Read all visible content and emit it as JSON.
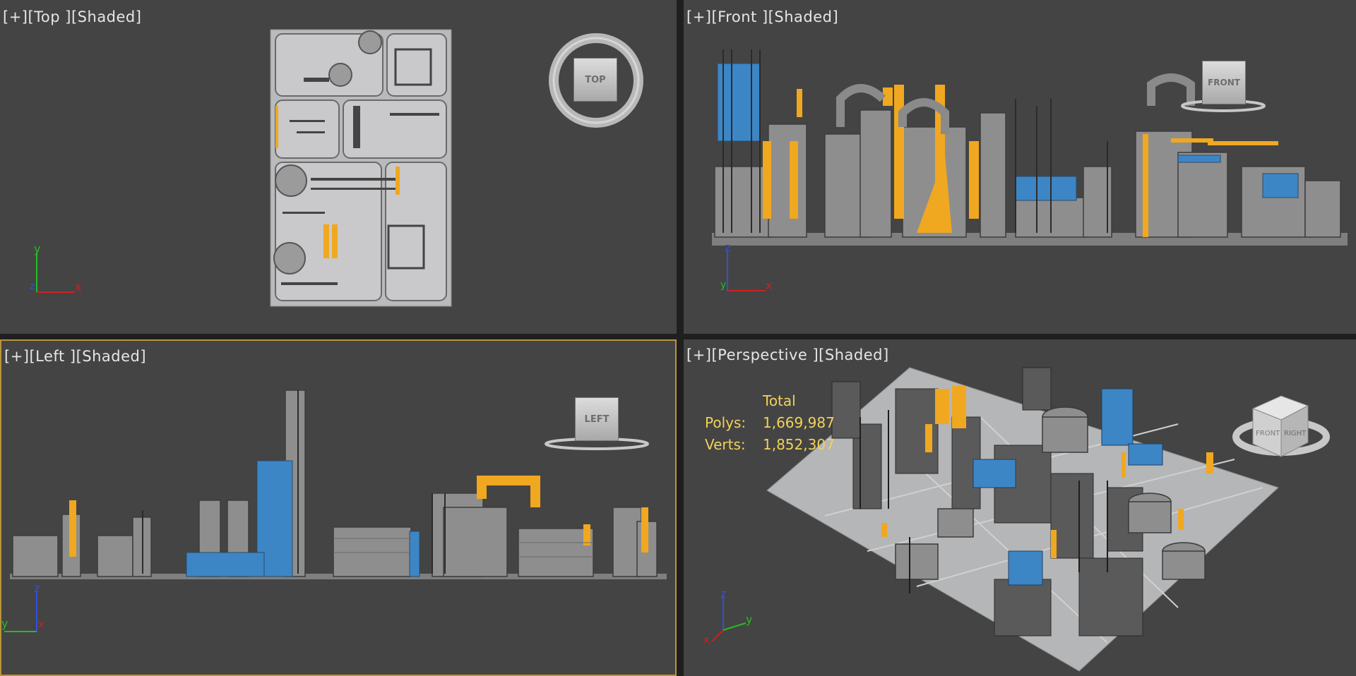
{
  "viewports": {
    "top": {
      "plus": "[+]",
      "view": "[Top ]",
      "shading": "[Shaded]",
      "cube_face": "TOP"
    },
    "front": {
      "plus": "[+]",
      "view": "[Front ]",
      "shading": "[Shaded]",
      "cube_face": "FRONT"
    },
    "left": {
      "plus": "[+]",
      "view": "[Left ]",
      "shading": "[Shaded]",
      "cube_face": "LEFT"
    },
    "perspective": {
      "plus": "[+]",
      "view": "[Perspective ]",
      "shading": "[Shaded]",
      "cube_face_front": "FRONT",
      "cube_face_right": "RIGHT"
    }
  },
  "stats": {
    "header": "Total",
    "polys_label": "Polys:",
    "polys_value": "1,669,987",
    "verts_label": "Verts:",
    "verts_value": "1,852,307"
  },
  "axes": {
    "x": "x",
    "y": "y",
    "z": "z"
  },
  "colors": {
    "viewport_bg": "#444444",
    "active_border": "#b8943a",
    "stats_text": "#f2d25a",
    "structure_orange": "#f0a820",
    "structure_blue": "#3d86c6",
    "axis_x": "#d02020",
    "axis_y": "#20c020",
    "axis_z": "#3050e0"
  }
}
